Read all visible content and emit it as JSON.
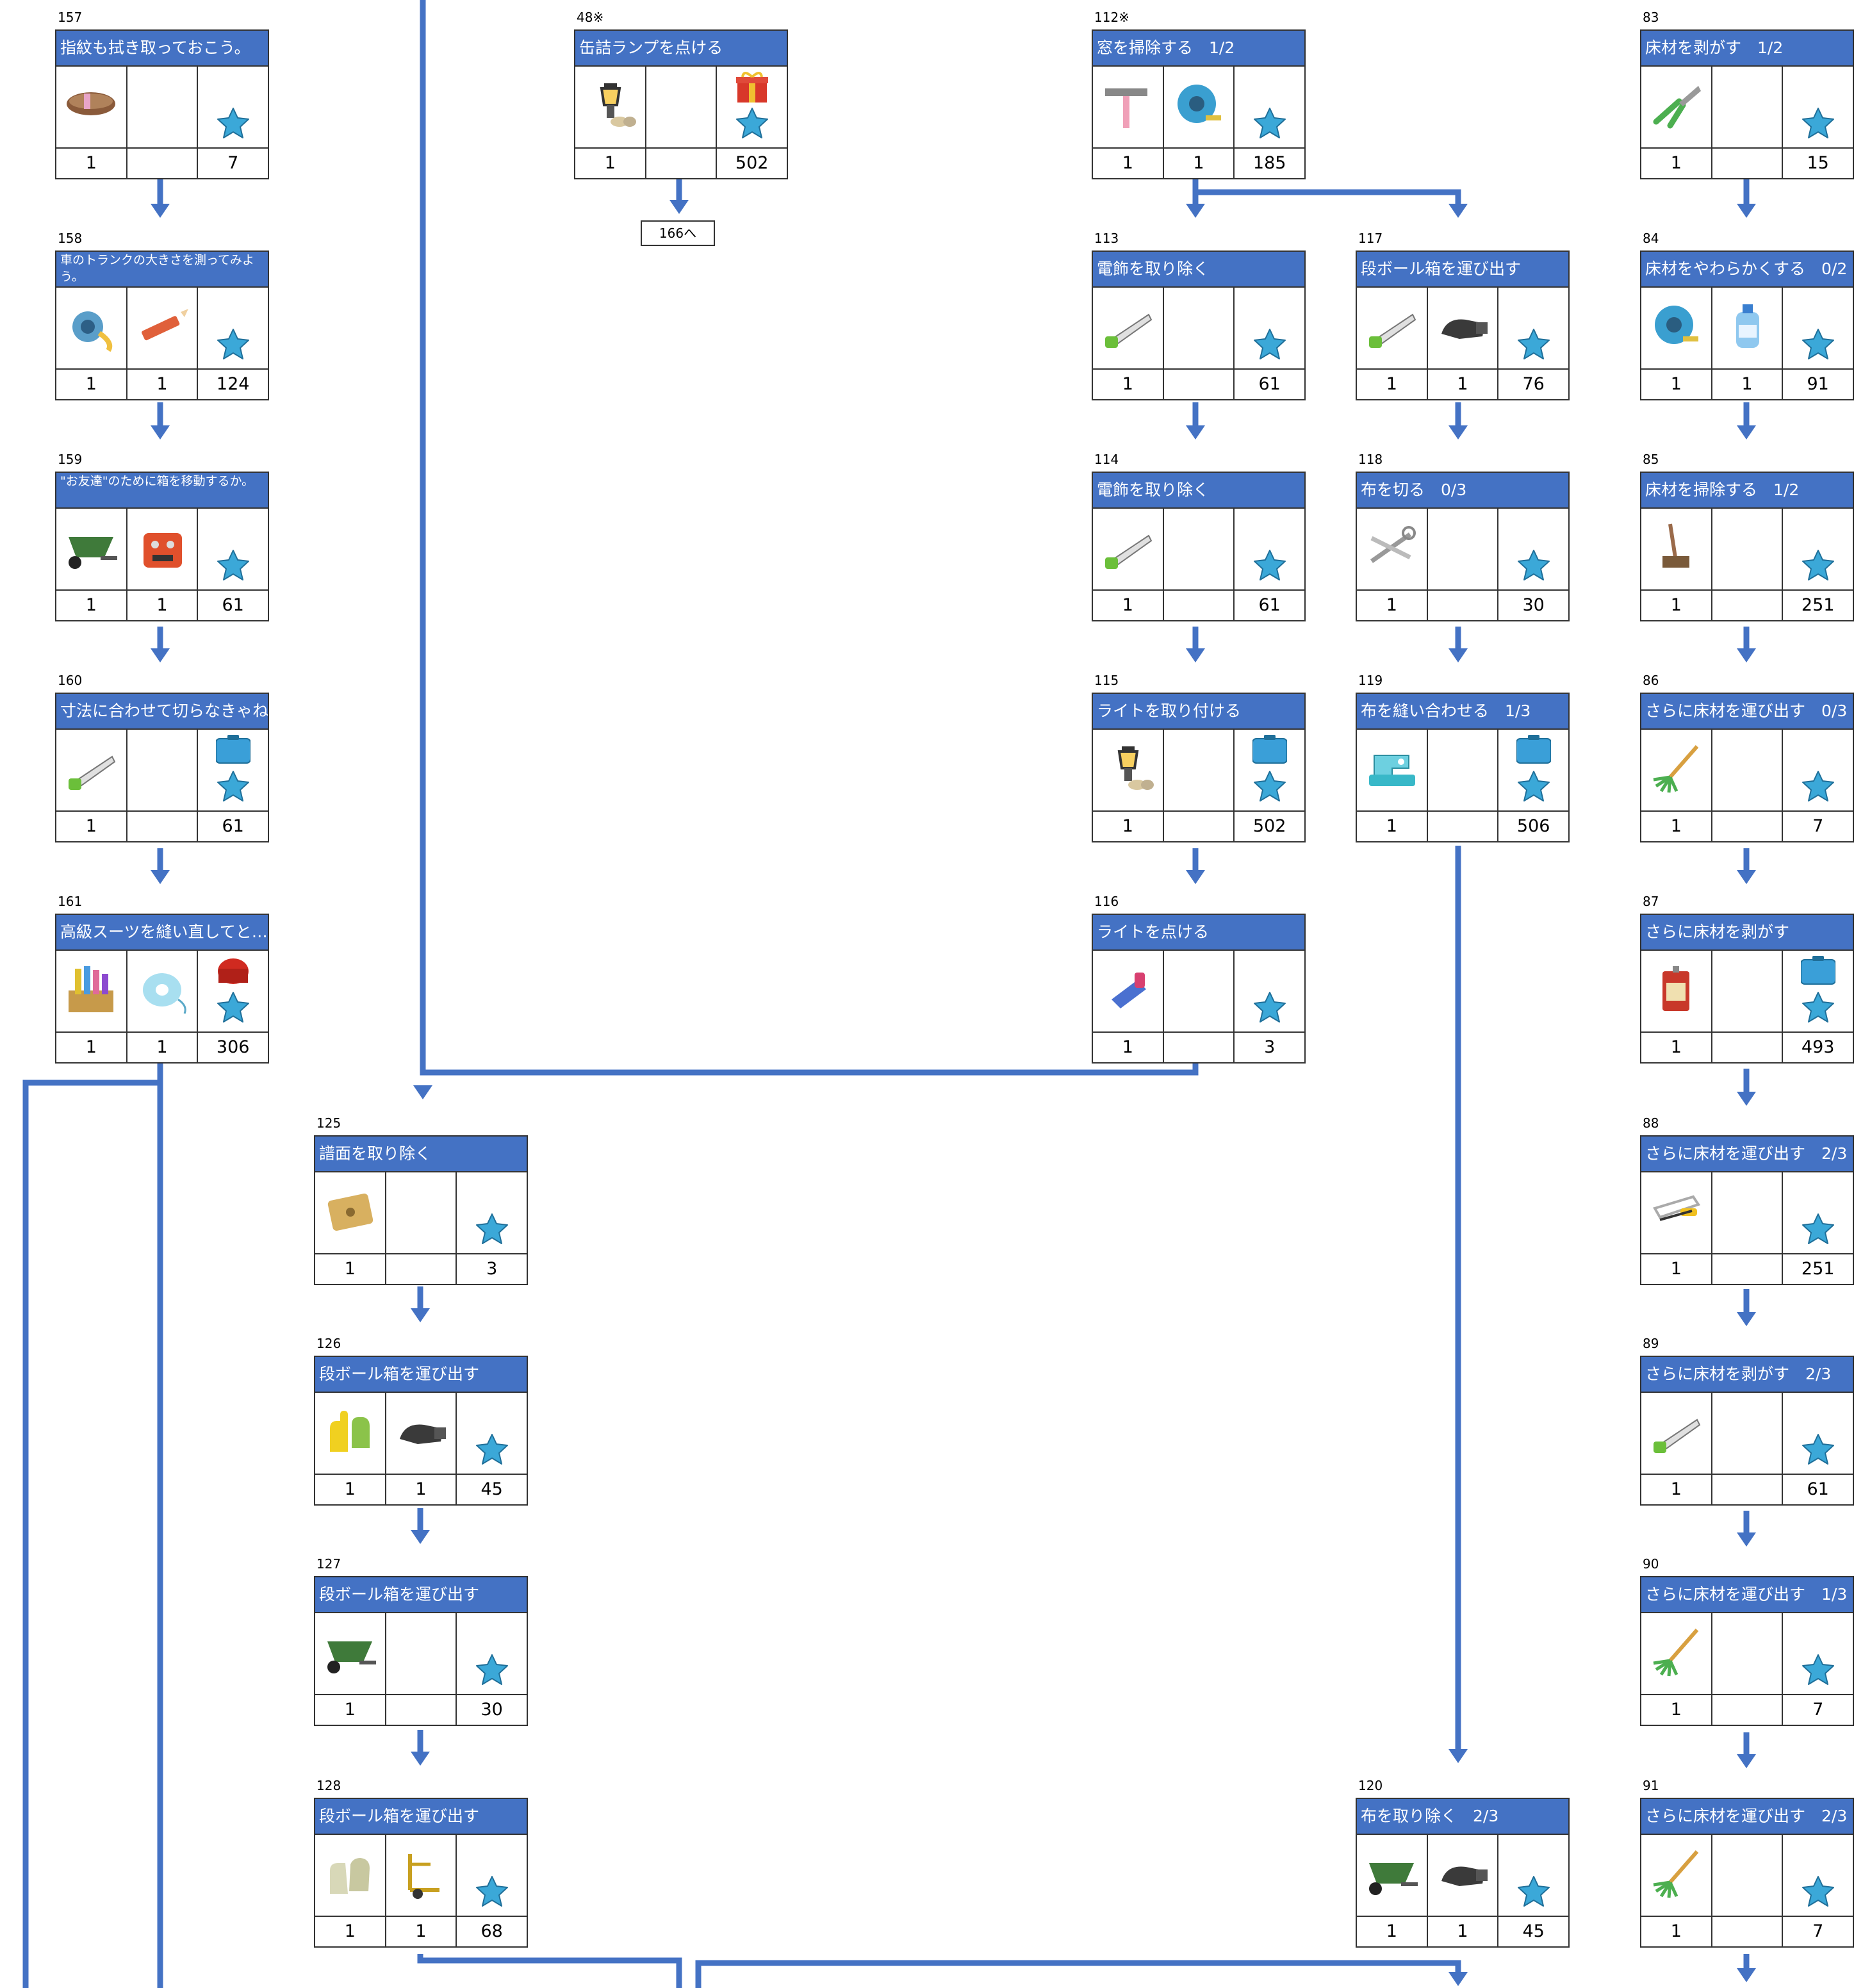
{
  "tasks": [
    {
      "num": "157",
      "title": "指紋も拭き取っておこう。",
      "items": [
        {
          "icon": "brush-icon",
          "count": "1"
        },
        {
          "icon": "",
          "count": ""
        }
      ],
      "reward": "7",
      "extra": ""
    },
    {
      "num": "158",
      "title": "車のトランクの大きさを測ってみよう。",
      "items": [
        {
          "icon": "tape-measure-icon",
          "count": "1"
        },
        {
          "icon": "pencil-icon",
          "count": "1"
        }
      ],
      "reward": "124",
      "extra": ""
    },
    {
      "num": "159",
      "title": "\"お友達\"のために箱を移動するか。",
      "items": [
        {
          "icon": "wheelbarrow-icon",
          "count": "1"
        },
        {
          "icon": "pedal-box-icon",
          "count": "1"
        }
      ],
      "reward": "61",
      "extra": ""
    },
    {
      "num": "160",
      "title": "寸法に合わせて切らなきゃね。",
      "items": [
        {
          "icon": "handsaw-icon",
          "count": "1"
        },
        {
          "icon": "",
          "count": ""
        }
      ],
      "reward": "61",
      "extra": "blue-case-icon"
    },
    {
      "num": "161",
      "title": "高級スーツを縫い直してと…",
      "items": [
        {
          "icon": "fabric-basket-icon",
          "count": "1"
        },
        {
          "icon": "thread-spool-icon",
          "count": "1"
        }
      ],
      "reward": "306",
      "extra": "red-case-icon"
    },
    {
      "num": "48※",
      "title": "缶詰ランプを点ける",
      "items": [
        {
          "icon": "lamp-icon",
          "count": "1"
        },
        {
          "icon": "",
          "count": ""
        }
      ],
      "reward": "502",
      "extra": "gift-box-icon"
    },
    {
      "num": "112※",
      "title": "窓を掃除する　1/2",
      "items": [
        {
          "icon": "squeegee-icon",
          "count": "1"
        },
        {
          "icon": "hose-reel-icon",
          "count": "1"
        }
      ],
      "reward": "185",
      "extra": ""
    },
    {
      "num": "113",
      "title": "電飾を取り除く",
      "items": [
        {
          "icon": "handsaw-icon",
          "count": "1"
        },
        {
          "icon": "",
          "count": ""
        }
      ],
      "reward": "61",
      "extra": ""
    },
    {
      "num": "114",
      "title": "電飾を取り除く",
      "items": [
        {
          "icon": "handsaw-icon",
          "count": "1"
        },
        {
          "icon": "",
          "count": ""
        }
      ],
      "reward": "61",
      "extra": ""
    },
    {
      "num": "115",
      "title": "ライトを取り付ける",
      "items": [
        {
          "icon": "lamp-icon",
          "count": "1"
        },
        {
          "icon": "",
          "count": ""
        }
      ],
      "reward": "502",
      "extra": "blue-case-icon"
    },
    {
      "num": "116",
      "title": "ライトを点ける",
      "items": [
        {
          "icon": "scraper-icon",
          "count": "1"
        },
        {
          "icon": "",
          "count": ""
        }
      ],
      "reward": "3",
      "extra": ""
    },
    {
      "num": "117",
      "title": "段ボール箱を運び出す",
      "items": [
        {
          "icon": "handsaw-icon",
          "count": "1"
        },
        {
          "icon": "vacuum-icon",
          "count": "1"
        }
      ],
      "reward": "76",
      "extra": ""
    },
    {
      "num": "118",
      "title": "布を切る　0/3",
      "items": [
        {
          "icon": "scissors-icon",
          "count": "1"
        },
        {
          "icon": "",
          "count": ""
        }
      ],
      "reward": "30",
      "extra": ""
    },
    {
      "num": "119",
      "title": "布を縫い合わせる　1/3",
      "items": [
        {
          "icon": "sewing-machine-icon",
          "count": "1"
        },
        {
          "icon": "",
          "count": ""
        }
      ],
      "reward": "506",
      "extra": "blue-case-icon"
    },
    {
      "num": "120",
      "title": "布を取り除く　2/3",
      "items": [
        {
          "icon": "wheelbarrow-icon",
          "count": "1"
        },
        {
          "icon": "vacuum-icon",
          "count": "1"
        }
      ],
      "reward": "45",
      "extra": ""
    },
    {
      "num": "125",
      "title": "譜面を取り除く",
      "items": [
        {
          "icon": "sandpaper-icon",
          "count": "1"
        },
        {
          "icon": "",
          "count": ""
        }
      ],
      "reward": "3",
      "extra": ""
    },
    {
      "num": "126",
      "title": "段ボール箱を運び出す",
      "items": [
        {
          "icon": "gloves-icon",
          "count": "1"
        },
        {
          "icon": "vacuum-icon",
          "count": "1"
        }
      ],
      "reward": "45",
      "extra": ""
    },
    {
      "num": "127",
      "title": "段ボール箱を運び出す",
      "items": [
        {
          "icon": "wheelbarrow-icon",
          "count": "1"
        },
        {
          "icon": "",
          "count": ""
        }
      ],
      "reward": "30",
      "extra": ""
    },
    {
      "num": "128",
      "title": "段ボール箱を運び出す",
      "items": [
        {
          "icon": "work-gloves-icon",
          "count": "1"
        },
        {
          "icon": "hand-truck-icon",
          "count": "1"
        }
      ],
      "reward": "68",
      "extra": ""
    },
    {
      "num": "83",
      "title": "床材を剥がす　1/2",
      "items": [
        {
          "icon": "pliers-icon",
          "count": "1"
        },
        {
          "icon": "",
          "count": ""
        }
      ],
      "reward": "15",
      "extra": ""
    },
    {
      "num": "84",
      "title": "床材をやわらかくする　0/2",
      "items": [
        {
          "icon": "hose-reel-icon",
          "count": "1"
        },
        {
          "icon": "detergent-bottle-icon",
          "count": "1"
        }
      ],
      "reward": "91",
      "extra": ""
    },
    {
      "num": "85",
      "title": "床材を掃除する　1/2",
      "items": [
        {
          "icon": "broom-icon",
          "count": "1"
        },
        {
          "icon": "",
          "count": ""
        }
      ],
      "reward": "251",
      "extra": ""
    },
    {
      "num": "86",
      "title": "さらに床材を運び出す　0/3",
      "items": [
        {
          "icon": "rake-icon",
          "count": "1"
        },
        {
          "icon": "",
          "count": ""
        }
      ],
      "reward": "7",
      "extra": ""
    },
    {
      "num": "87",
      "title": "さらに床材を剥がす",
      "items": [
        {
          "icon": "oil-can-icon",
          "count": "1"
        },
        {
          "icon": "",
          "count": ""
        }
      ],
      "reward": "493",
      "extra": "blue-case-icon"
    },
    {
      "num": "88",
      "title": "さらに床材を運び出す　2/3",
      "items": [
        {
          "icon": "hacksaw-icon",
          "count": "1"
        },
        {
          "icon": "",
          "count": ""
        }
      ],
      "reward": "251",
      "extra": ""
    },
    {
      "num": "89",
      "title": "さらに床材を剥がす　2/3",
      "items": [
        {
          "icon": "handsaw-icon",
          "count": "1"
        },
        {
          "icon": "",
          "count": ""
        }
      ],
      "reward": "61",
      "extra": ""
    },
    {
      "num": "90",
      "title": "さらに床材を運び出す　1/3",
      "items": [
        {
          "icon": "rake-icon",
          "count": "1"
        },
        {
          "icon": "",
          "count": ""
        }
      ],
      "reward": "7",
      "extra": ""
    },
    {
      "num": "91",
      "title": "さらに床材を運び出す　2/3",
      "items": [
        {
          "icon": "rake-icon",
          "count": "1"
        },
        {
          "icon": "",
          "count": ""
        }
      ],
      "reward": "7",
      "extra": ""
    }
  ],
  "goto_label": "166へ",
  "colors": {
    "header": "#4472c4",
    "arrow": "#4472c4",
    "star": "#3ba8d8"
  }
}
